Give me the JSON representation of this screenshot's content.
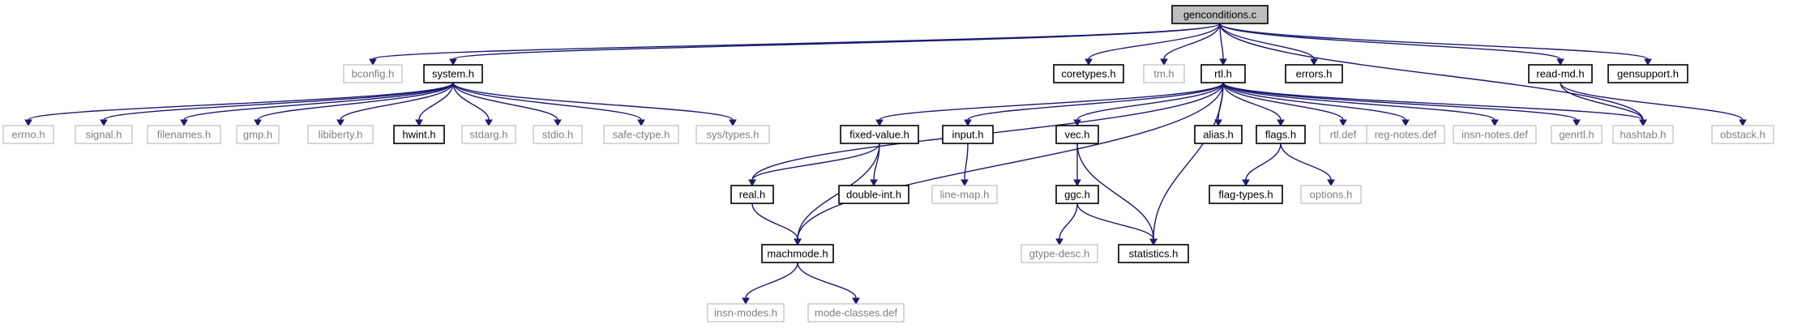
{
  "title": "genconditions.c",
  "colors": {
    "edge": "#191970",
    "root_fill": "#bfbfbf",
    "solid_border": "#000000",
    "grey_border": "#bfbfbf",
    "grey_text": "#7f7f7f"
  },
  "nodes": [
    {
      "id": "genconditions.c",
      "label": "genconditions.c",
      "style": "root"
    },
    {
      "id": "bconfig.h",
      "label": "bconfig.h",
      "style": "grey"
    },
    {
      "id": "system.h",
      "label": "system.h",
      "style": "solid"
    },
    {
      "id": "coretypes.h",
      "label": "coretypes.h",
      "style": "solid"
    },
    {
      "id": "tm.h",
      "label": "tm.h",
      "style": "grey"
    },
    {
      "id": "rtl.h",
      "label": "rtl.h",
      "style": "solid"
    },
    {
      "id": "errors.h",
      "label": "errors.h",
      "style": "solid"
    },
    {
      "id": "read-md.h",
      "label": "read-md.h",
      "style": "solid"
    },
    {
      "id": "gensupport.h",
      "label": "gensupport.h",
      "style": "solid"
    },
    {
      "id": "errno.h",
      "label": "errno.h",
      "style": "grey"
    },
    {
      "id": "signal.h",
      "label": "signal.h",
      "style": "grey"
    },
    {
      "id": "filenames.h",
      "label": "filenames.h",
      "style": "grey"
    },
    {
      "id": "gmp.h",
      "label": "gmp.h",
      "style": "grey"
    },
    {
      "id": "libiberty.h",
      "label": "libiberty.h",
      "style": "grey"
    },
    {
      "id": "hwint.h",
      "label": "hwint.h",
      "style": "solid"
    },
    {
      "id": "stdarg.h",
      "label": "stdarg.h",
      "style": "grey"
    },
    {
      "id": "stdio.h",
      "label": "stdio.h",
      "style": "grey"
    },
    {
      "id": "safe-ctype.h",
      "label": "safe-ctype.h",
      "style": "grey"
    },
    {
      "id": "sys/types.h",
      "label": "sys/types.h",
      "style": "grey"
    },
    {
      "id": "fixed-value.h",
      "label": "fixed-value.h",
      "style": "solid"
    },
    {
      "id": "input.h",
      "label": "input.h",
      "style": "solid"
    },
    {
      "id": "vec.h",
      "label": "vec.h",
      "style": "solid"
    },
    {
      "id": "alias.h",
      "label": "alias.h",
      "style": "solid"
    },
    {
      "id": "flags.h",
      "label": "flags.h",
      "style": "solid"
    },
    {
      "id": "rtl.def",
      "label": "rtl.def",
      "style": "grey"
    },
    {
      "id": "reg-notes.def",
      "label": "reg-notes.def",
      "style": "grey"
    },
    {
      "id": "insn-notes.def",
      "label": "insn-notes.def",
      "style": "grey"
    },
    {
      "id": "genrtl.h",
      "label": "genrtl.h",
      "style": "grey"
    },
    {
      "id": "hashtab.h",
      "label": "hashtab.h",
      "style": "grey"
    },
    {
      "id": "obstack.h",
      "label": "obstack.h",
      "style": "grey"
    },
    {
      "id": "real.h",
      "label": "real.h",
      "style": "solid"
    },
    {
      "id": "double-int.h",
      "label": "double-int.h",
      "style": "solid"
    },
    {
      "id": "line-map.h",
      "label": "line-map.h",
      "style": "grey"
    },
    {
      "id": "ggc.h",
      "label": "ggc.h",
      "style": "solid"
    },
    {
      "id": "flag-types.h",
      "label": "flag-types.h",
      "style": "solid"
    },
    {
      "id": "options.h",
      "label": "options.h",
      "style": "grey"
    },
    {
      "id": "machmode.h",
      "label": "machmode.h",
      "style": "solid"
    },
    {
      "id": "gtype-desc.h",
      "label": "gtype-desc.h",
      "style": "grey"
    },
    {
      "id": "statistics.h",
      "label": "statistics.h",
      "style": "solid"
    },
    {
      "id": "insn-modes.h",
      "label": "insn-modes.h",
      "style": "grey"
    },
    {
      "id": "mode-classes.def",
      "label": "mode-classes.def",
      "style": "grey"
    }
  ],
  "edges": [
    [
      "genconditions.c",
      "bconfig.h"
    ],
    [
      "genconditions.c",
      "system.h"
    ],
    [
      "genconditions.c",
      "coretypes.h"
    ],
    [
      "genconditions.c",
      "tm.h"
    ],
    [
      "genconditions.c",
      "rtl.h"
    ],
    [
      "genconditions.c",
      "errors.h"
    ],
    [
      "genconditions.c",
      "read-md.h"
    ],
    [
      "genconditions.c",
      "gensupport.h"
    ],
    [
      "genconditions.c",
      "hashtab.h"
    ],
    [
      "system.h",
      "errno.h"
    ],
    [
      "system.h",
      "signal.h"
    ],
    [
      "system.h",
      "filenames.h"
    ],
    [
      "system.h",
      "gmp.h"
    ],
    [
      "system.h",
      "libiberty.h"
    ],
    [
      "system.h",
      "hwint.h"
    ],
    [
      "system.h",
      "stdarg.h"
    ],
    [
      "system.h",
      "stdio.h"
    ],
    [
      "system.h",
      "safe-ctype.h"
    ],
    [
      "system.h",
      "sys/types.h"
    ],
    [
      "rtl.h",
      "real.h"
    ],
    [
      "rtl.h",
      "fixed-value.h"
    ],
    [
      "rtl.h",
      "input.h"
    ],
    [
      "rtl.h",
      "machmode.h"
    ],
    [
      "rtl.h",
      "vec.h"
    ],
    [
      "rtl.h",
      "statistics.h"
    ],
    [
      "rtl.h",
      "alias.h"
    ],
    [
      "rtl.h",
      "flags.h"
    ],
    [
      "rtl.h",
      "rtl.def"
    ],
    [
      "rtl.h",
      "reg-notes.def"
    ],
    [
      "rtl.h",
      "insn-notes.def"
    ],
    [
      "rtl.h",
      "genrtl.h"
    ],
    [
      "rtl.h",
      "hashtab.h"
    ],
    [
      "read-md.h",
      "hashtab.h"
    ],
    [
      "read-md.h",
      "obstack.h"
    ],
    [
      "fixed-value.h",
      "real.h"
    ],
    [
      "fixed-value.h",
      "double-int.h"
    ],
    [
      "fixed-value.h",
      "machmode.h"
    ],
    [
      "real.h",
      "machmode.h"
    ],
    [
      "input.h",
      "line-map.h"
    ],
    [
      "vec.h",
      "ggc.h"
    ],
    [
      "vec.h",
      "statistics.h"
    ],
    [
      "ggc.h",
      "gtype-desc.h"
    ],
    [
      "ggc.h",
      "statistics.h"
    ],
    [
      "flags.h",
      "flag-types.h"
    ],
    [
      "flags.h",
      "options.h"
    ],
    [
      "machmode.h",
      "insn-modes.h"
    ],
    [
      "machmode.h",
      "mode-classes.def"
    ]
  ]
}
